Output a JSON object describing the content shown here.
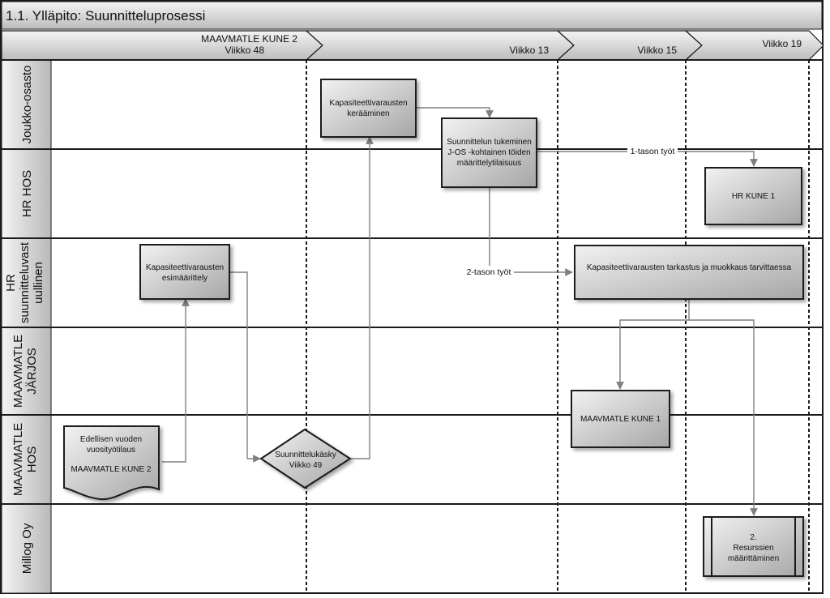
{
  "title": "1.1. Ylläpito: Suunnitteluprosessi",
  "phases": [
    {
      "line1": "MAAVMATLE KUNE 2",
      "line2": "Viikko 48"
    },
    {
      "line1": "",
      "line2": "Viikko 13"
    },
    {
      "line1": "",
      "line2": "Viikko 15"
    },
    {
      "line1": "",
      "line2": "Viikko 19"
    }
  ],
  "lanes": [
    {
      "lines": [
        "Joukko-osasto"
      ]
    },
    {
      "lines": [
        "HR HOS"
      ]
    },
    {
      "lines": [
        "HR",
        "suunnitteluvast",
        "uullinen"
      ]
    },
    {
      "lines": [
        "MAAVMATLE",
        "JÄRJOS"
      ]
    },
    {
      "lines": [
        "MAAVMATLE",
        "HOS"
      ]
    },
    {
      "lines": [
        "Millog Oy"
      ]
    }
  ],
  "nodes": {
    "kap_keraaminen": [
      "Kapasiteettivarausten",
      "kerääminen"
    ],
    "suunnittelun_tukeminen": [
      "Suunnittelun tukeminen",
      "J-OS -kohtainen töiden",
      "määrittelytilaisuus"
    ],
    "hr_kune": [
      "HR KUNE 1"
    ],
    "kap_esimaarittely": [
      "Kapasiteettivarausten",
      "esimäärittely"
    ],
    "kap_tarkastus": [
      "Kapasiteettivarausten tarkastus ja muokkaus tarvittaessa"
    ],
    "maavmatle_kune1": [
      "MAAVMATLE KUNE 1"
    ],
    "edellisen_vuoden": [
      "Edellisen vuoden",
      "vuosityötilaus",
      "",
      "MAAVMATLE KUNE 2"
    ],
    "suunnittelukasky": [
      "Suunnittelukäsky",
      "Viikko 49"
    ],
    "resurssien": [
      "2.",
      "Resurssien",
      "määrittäminen"
    ]
  },
  "edge_labels": {
    "tason1": "1-tason työt",
    "tason2": "2-tason työt"
  },
  "colors": {
    "frame": "#1a1a1a",
    "header_fill_light": "#f2f2f2",
    "header_fill_dark": "#bdbdbd",
    "node_fill_light": "#ebebeb",
    "node_fill_dark": "#a8a8a8",
    "connector": "#7f7f7f"
  }
}
